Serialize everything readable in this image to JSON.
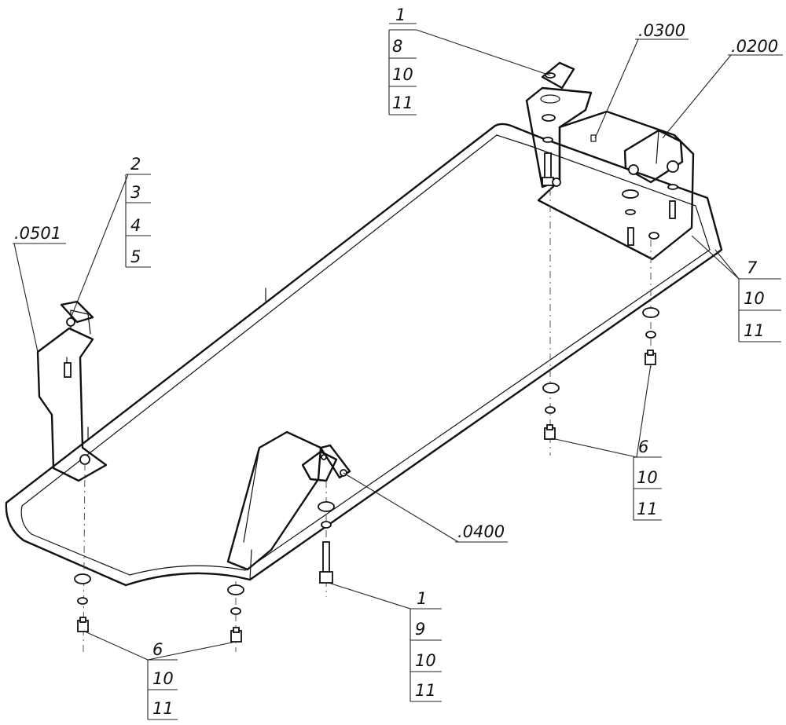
{
  "callouts": {
    "top_bracket": [
      "1",
      "8",
      "10",
      "11"
    ],
    "ref_0300": ".0300",
    "ref_0200": ".0200",
    "left_bracket": [
      "2",
      "3",
      "4",
      "5"
    ],
    "ref_0501": ".0501",
    "right_side": [
      "7",
      "10",
      "11"
    ],
    "right_bolt": [
      "6",
      "10",
      "11"
    ],
    "ref_0400": ".0400",
    "center_bolt": [
      "1",
      "9",
      "10",
      "11"
    ],
    "left_bolts": [
      "6",
      "10",
      "11"
    ]
  }
}
